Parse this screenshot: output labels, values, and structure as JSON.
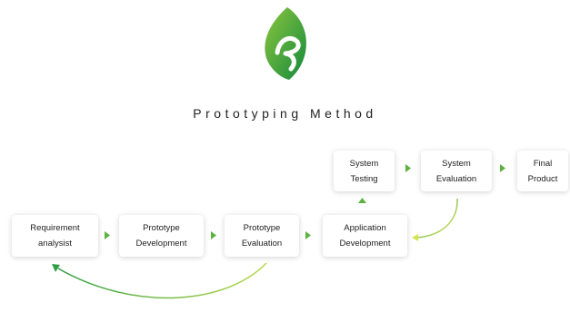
{
  "title": "Prototyping Method",
  "colors": {
    "green": "#5cb23e",
    "dark_green": "#1b8a3a",
    "lime": "#cfe24a"
  },
  "steps": {
    "requirement": "Requirement\nanalysist",
    "prototype_dev": "Prototype\nDevelopment",
    "prototype_eval": "Prototype\nEvaluation",
    "application_dev": "Application\nDevelopment",
    "system_testing": "System\nTesting",
    "system_eval": "System\nEvaluation",
    "final_product": "Final\nProduct"
  }
}
